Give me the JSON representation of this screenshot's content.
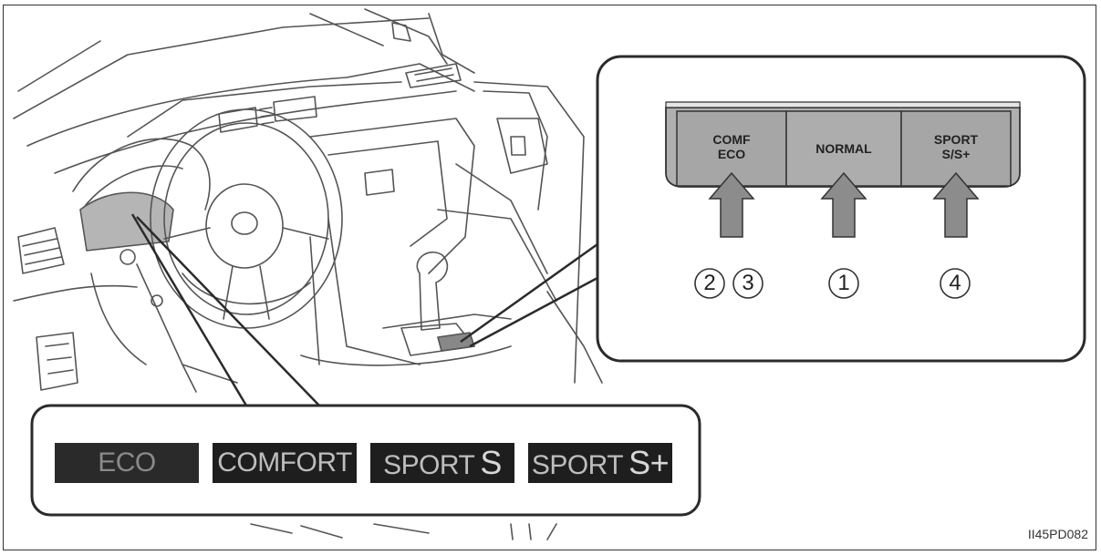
{
  "buttons": {
    "left_line1": "COMF",
    "left_line2": "ECO",
    "middle": "NORMAL",
    "right_line1": "SPORT",
    "right_line2": "S/S+"
  },
  "callouts": {
    "left_a": "2",
    "left_b": "3",
    "middle": "1",
    "right": "4"
  },
  "display_modes": {
    "eco": "ECO",
    "comfort": "COMFORT",
    "sport_s_word": "SPORT",
    "sport_s_letter": "S",
    "sport_splus_word": "SPORT",
    "sport_splus_letter": "S+"
  },
  "figure_code": "II45PD082",
  "colors": {
    "button_fill": "#a9a9a9",
    "arrow_fill": "#8c8c8c",
    "display_bg": "#1e1e1e",
    "line": "#2b2b2b"
  }
}
